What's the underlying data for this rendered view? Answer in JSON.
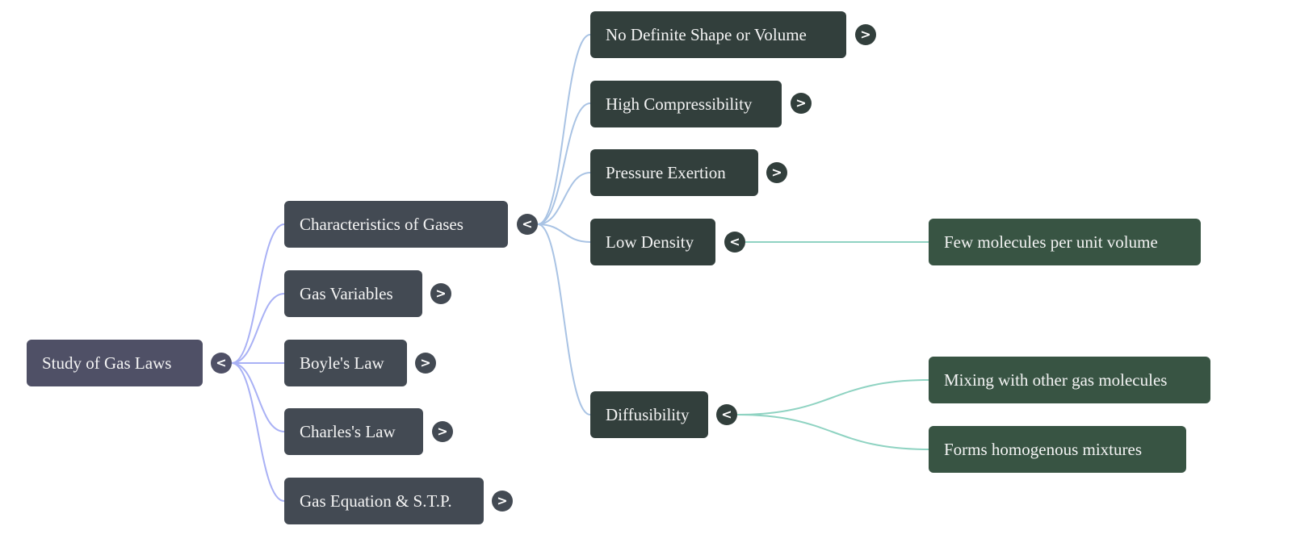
{
  "mindmap": {
    "root": {
      "label": "Study of Gas Laws",
      "toggle": "<",
      "expanded": true
    },
    "level1": [
      {
        "label": "Characteristics of Gases",
        "toggle": "<",
        "expanded": true
      },
      {
        "label": "Gas Variables",
        "toggle": ">",
        "expanded": false
      },
      {
        "label": "Boyle's Law",
        "toggle": ">",
        "expanded": false
      },
      {
        "label": "Charles's Law",
        "toggle": ">",
        "expanded": false
      },
      {
        "label": "Gas Equation & S.T.P.",
        "toggle": ">",
        "expanded": false
      }
    ],
    "characteristics_children": [
      {
        "label": "No Definite Shape or Volume",
        "toggle": ">",
        "expanded": false
      },
      {
        "label": "High Compressibility",
        "toggle": ">",
        "expanded": false
      },
      {
        "label": "Pressure Exertion",
        "toggle": ">",
        "expanded": false
      },
      {
        "label": "Low Density",
        "toggle": "<",
        "expanded": true
      },
      {
        "label": "Diffusibility",
        "toggle": "<",
        "expanded": true
      }
    ],
    "low_density_children": [
      {
        "label": "Few molecules per unit volume"
      }
    ],
    "diffusibility_children": [
      {
        "label": "Mixing with other gas molecules"
      },
      {
        "label": "Forms homogenous mixtures"
      }
    ]
  },
  "colors": {
    "root_fill": "#4f5066",
    "level1_fill": "#434a53",
    "level2_fill": "#323f3c",
    "level3_fill": "#385443",
    "link_root": "#a9b1f5",
    "link_level1": "#a9c3e4",
    "link_level2": "#8fd3c2"
  }
}
